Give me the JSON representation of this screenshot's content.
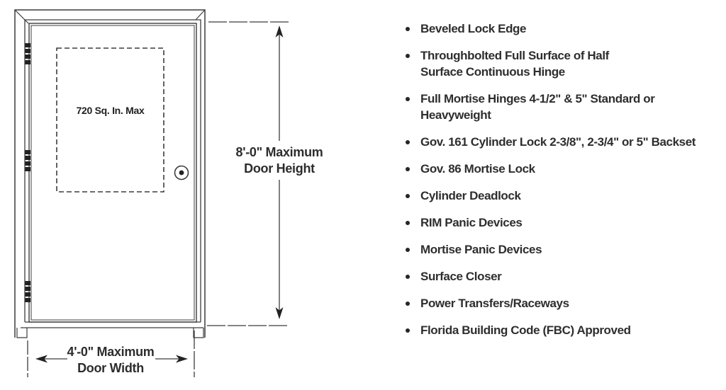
{
  "diagram": {
    "window_label": "720 Sq. In. Max",
    "height_label": "8'-0\" Maximum\nDoor Height",
    "width_label": "4'-0\" Maximum\nDoor Width"
  },
  "features": [
    "Beveled Lock Edge",
    "Throughbolted Full Surface of Half\nSurface Continuous Hinge",
    "Full Mortise Hinges 4-1/2\" & 5\" Standard or\nHeavyweight",
    "Gov. 161 Cylinder Lock 2-3/8\", 2-3/4\" or 5\" Backset",
    "Gov. 86 Mortise Lock",
    "Cylinder Deadlock",
    "RIM Panic Devices",
    "Mortise Panic Devices",
    "Surface Closer",
    "Power Transfers/Raceways",
    "Florida Building Code (FBC) Approved"
  ],
  "colors": {
    "ink": "#2e2e2e",
    "line": "#3c3c3c"
  }
}
